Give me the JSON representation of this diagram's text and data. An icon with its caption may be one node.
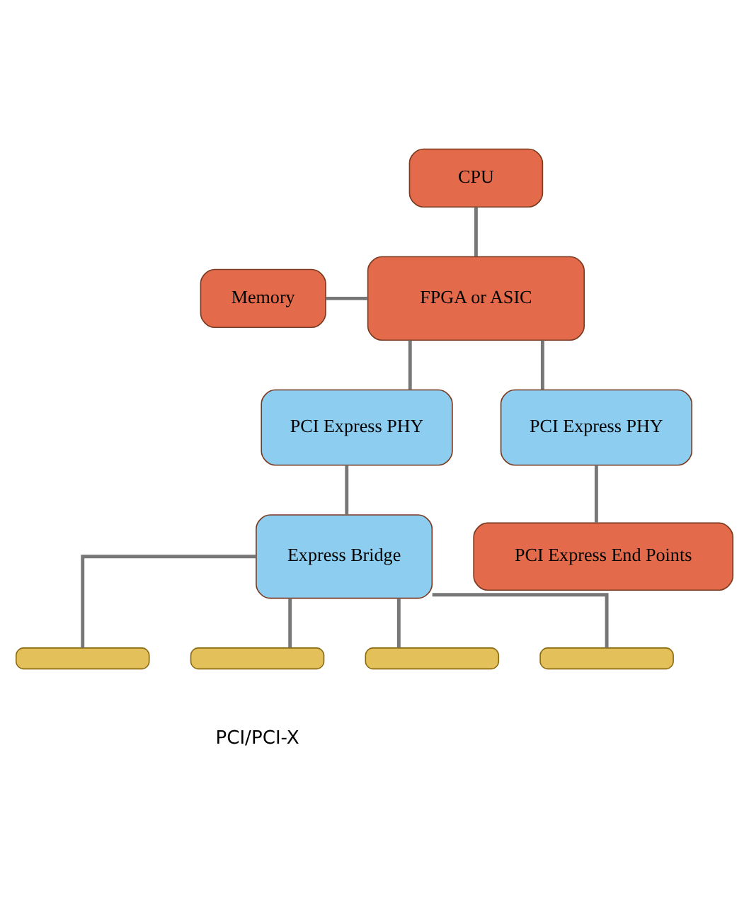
{
  "diagram": {
    "nodes": [
      {
        "text": [
          "CPU"
        ]
      },
      {
        "text": [
          "FPGA or ASIC"
        ]
      },
      {
        "text": [
          "Memory"
        ]
      },
      {
        "text": [
          "PCI Express PHY"
        ]
      },
      {
        "text": [
          "PCI Express PHY"
        ]
      },
      {
        "text": [
          "Express Bridge"
        ]
      },
      {
        "text": [
          "PCI Express End Points"
        ]
      },
      {
        "text": [],
        "shape": "bar"
      },
      {
        "text": [],
        "shape": "bar"
      },
      {
        "text": [],
        "shape": "bar"
      },
      {
        "text": [],
        "shape": "bar"
      }
    ],
    "edges": [
      {
        "from": 0,
        "to": 1,
        "arrow": "none"
      },
      {
        "from": 2,
        "to": 1,
        "arrow": "none"
      },
      {
        "from": 1,
        "to": 3,
        "arrow": "none"
      },
      {
        "from": 1,
        "to": 4,
        "arrow": "none"
      },
      {
        "from": 3,
        "to": 5,
        "arrow": "none"
      },
      {
        "from": 4,
        "to": 6,
        "arrow": "none"
      },
      {
        "from": 5,
        "to": 7,
        "arrow": "none"
      },
      {
        "from": 5,
        "to": 8,
        "arrow": "none"
      },
      {
        "from": 5,
        "to": 9,
        "arrow": "none"
      },
      {
        "from": 5,
        "to": 10,
        "arrow": "none"
      }
    ],
    "labels": [
      "PCI/PCI-X"
    ]
  }
}
